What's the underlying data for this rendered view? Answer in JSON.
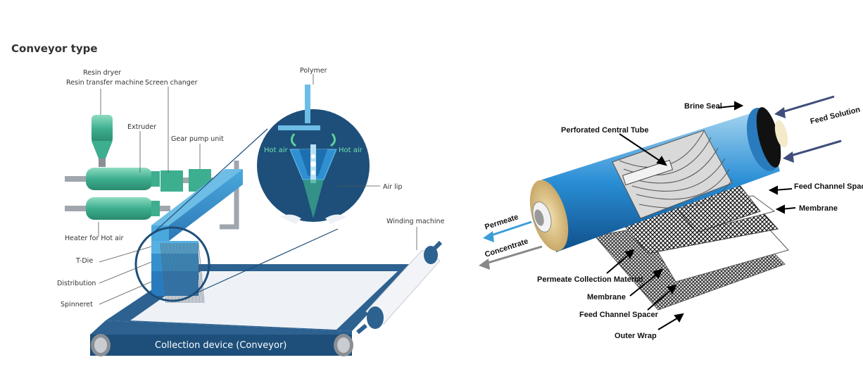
{
  "left_diagram": {
    "title": "Conveyor type",
    "labels": {
      "resin_dryer": "Resin dryer",
      "resin_transfer": "Resin transfer machine",
      "screen_changer": "Screen changer",
      "extruder": "Extruder",
      "gear_pump": "Gear pump unit",
      "heater": "Heater for Hot air",
      "t_die": "T-Die",
      "distribution": "Distribution",
      "spinneret": "Spinneret",
      "polymer": "Polymer",
      "hot_air_left": "Hot air",
      "hot_air_right": "Hot air",
      "air_lip": "Air lip",
      "winding": "Winding machine",
      "collection": "Collection device (Conveyor)"
    }
  },
  "right_diagram": {
    "labels": {
      "brine_seal": "Brine Seal",
      "feed_solution": "Feed Solution",
      "perforated_tube": "Perforated Central Tube",
      "feed_spacer_top": "Feed Channel Spacer",
      "membrane_top": "Membrane",
      "permeate": "Permeate",
      "concentrate": "Concentrate",
      "permeate_collection": "Permeate Collection Material",
      "membrane_bottom": "Membrane",
      "feed_spacer_bottom": "Feed Channel Spacer",
      "outer_wrap": "Outer Wrap"
    }
  },
  "colors": {
    "teal": "#3dae8f",
    "blue": "#2f8fd1",
    "dark_blue": "#1d4f7a",
    "conveyor": "#2d6190"
  }
}
